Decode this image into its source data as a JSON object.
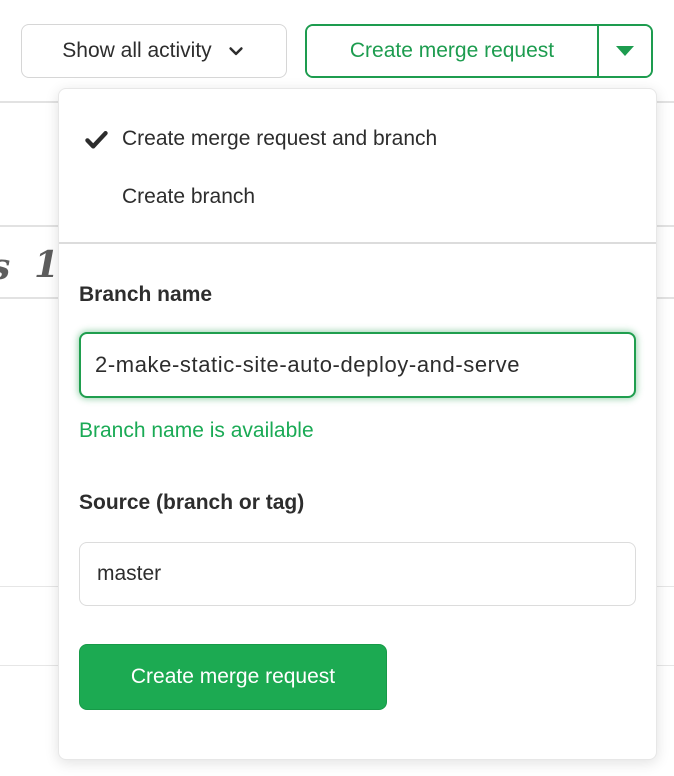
{
  "header": {
    "activity_filter_button": {
      "label": "Show all activity"
    },
    "create_mr_split_button": {
      "label": "Create merge request"
    }
  },
  "dropdown_panel": {
    "menu": {
      "items": [
        {
          "label": "Create merge request and branch",
          "checked": true
        },
        {
          "label": "Create branch",
          "checked": false
        }
      ]
    },
    "form": {
      "branch_name_label": "Branch name",
      "branch_name_value": "2-make-static-site-auto-deploy-and-serve",
      "branch_availability_message": "Branch name is available",
      "source_label": "Source (branch or tag)",
      "source_value": "master",
      "submit_button_label": "Create merge request"
    }
  },
  "background_fragments": {
    "left_italic_char": "s",
    "right_italic_char": "1"
  },
  "colors": {
    "accent_green": "#1d9c4f",
    "filled_button_green": "#1caa52",
    "success_text_green": "#1aaa55",
    "text_dark": "#2d2d2d",
    "border_gray": "#dcdcdc"
  }
}
